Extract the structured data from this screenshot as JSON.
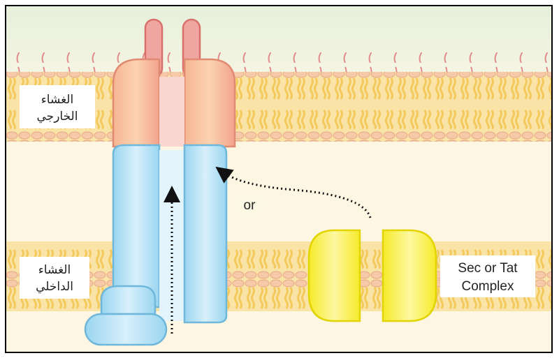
{
  "labels": {
    "outer_membrane_line1": "الغشاء",
    "outer_membrane_line2": "الخارجي",
    "inner_membrane_line1": "الغشاء",
    "inner_membrane_line2": "الداخلي",
    "or_label": "or",
    "complex_line1": "Sec or Tat",
    "complex_line2": "Complex"
  },
  "colors": {
    "outer_protein": "#f4a98f",
    "inner_protein": "#8fd0ef",
    "complex": "#f7ee3a",
    "lipid_tail": "#f7cf6a",
    "lipid_head": "#f5c8a8"
  }
}
